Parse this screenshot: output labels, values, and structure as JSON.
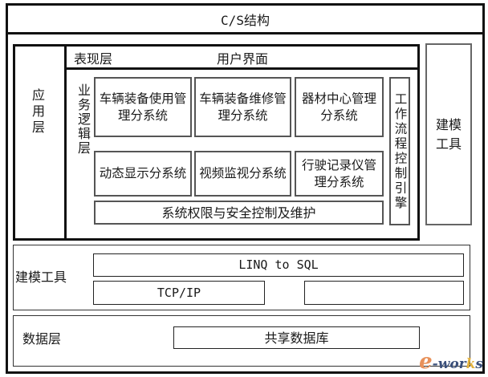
{
  "title": "C/S结构",
  "application_layer": {
    "label": "应用层",
    "presentation": {
      "label": "表现层",
      "content": "用户界面"
    },
    "business_logic": {
      "label": "业务逻辑层",
      "modules": [
        {
          "name": "车辆装备使用管理分系统"
        },
        {
          "name": "车辆装备维修管理分系统"
        },
        {
          "name": "器材中心管理分系统"
        },
        {
          "name": "动态显示分系统"
        },
        {
          "name": "视频监视分系统"
        },
        {
          "name": "行驶记录仪管理分系统"
        }
      ],
      "security_bar": "系统权限与安全控制及维护",
      "workflow_engine": "工作流程控制引擎"
    },
    "side_tool": "建模工具"
  },
  "modeling_tools": {
    "label": "建模工具",
    "items": [
      {
        "name": "LINQ to SQL"
      },
      {
        "name": "TCP/IP"
      },
      {
        "name": ""
      }
    ]
  },
  "data_layer": {
    "label": "数据层",
    "database": "共享数据库"
  },
  "watermark": {
    "e": "e",
    "mid": "-wor",
    "k": "k",
    "s": "s"
  }
}
